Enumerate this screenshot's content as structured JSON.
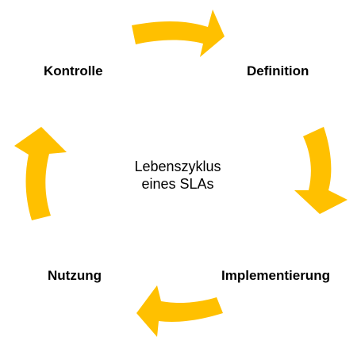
{
  "diagram": {
    "center_title": {
      "line1": "Lebenszyklus",
      "line2": "eines SLAs"
    },
    "stages": {
      "kontrolle": "Kontrolle",
      "definition": "Definition",
      "implementierung": "Implementierung",
      "nutzung": "Nutzung"
    },
    "arrow_color": "#FFC000"
  }
}
